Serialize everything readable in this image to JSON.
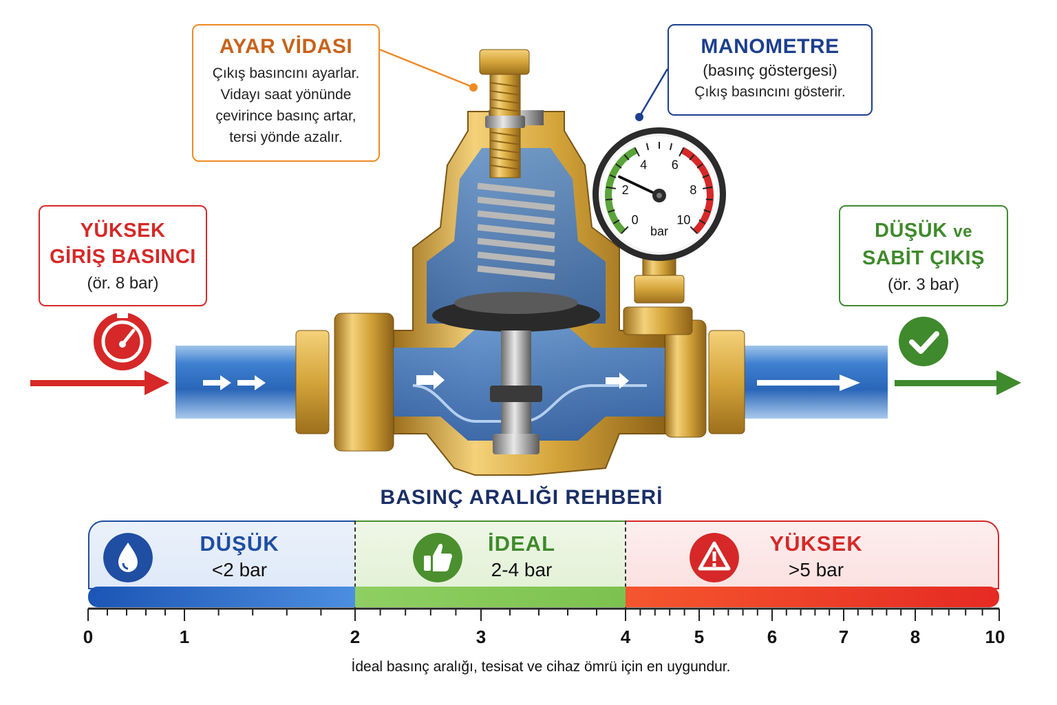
{
  "colors": {
    "inlet_red": "#d62828",
    "outlet_green": "#3f8a2c",
    "screw_orange": "#f08a24",
    "gauge_blue": "#1d3f8f",
    "brass": "#d4a43a",
    "water_blue": "#2f6fc0"
  },
  "callouts": {
    "screw": {
      "title": "AYAR VİDASI",
      "lines": [
        "Çıkış basıncını ayarlar.",
        "Vidayı saat yönünde",
        "çevirince basınç artar,",
        "tersi yönde azalır."
      ]
    },
    "gauge": {
      "title": "MANOMETRE",
      "lines": [
        "(basınç göstergesi)",
        "Çıkış basıncını gösterir."
      ]
    },
    "inlet": {
      "title_lines": [
        "YÜKSEK",
        "GİRİŞ BASINCI"
      ],
      "example": "(ör. 8 bar)",
      "icon": "speedometer-icon"
    },
    "outlet": {
      "title_word": "DÜŞÜK",
      "title_suffix": "ve",
      "title_line2": "SABİT ÇIKIŞ",
      "example": "(ör. 3 bar)",
      "icon": "checkmark-icon"
    }
  },
  "gauge": {
    "unit": "bar",
    "tick_labels": [
      "0",
      "2",
      "4",
      "6",
      "8",
      "10"
    ],
    "needle_value": 2.6,
    "min": 0,
    "max": 10,
    "green_range": [
      0,
      4
    ],
    "red_range": [
      6,
      10
    ]
  },
  "guide": {
    "title": "BASINÇ ARALIĞI REHBERİ",
    "zones": [
      {
        "name": "DÜŞÜK",
        "range": "<2 bar",
        "icon": "water-drop-icon",
        "color": "#1f4ea3",
        "from": 0,
        "to": 2
      },
      {
        "name": "İDEAL",
        "range": "2-4 bar",
        "icon": "thumbs-up-icon",
        "color": "#3f8a2c",
        "from": 2,
        "to": 4
      },
      {
        "name": "YÜKSEK",
        "range": ">5 bar",
        "icon": "warning-icon",
        "color": "#d62828",
        "from": 4,
        "to": 10
      }
    ],
    "axis_labels": [
      "0",
      "1",
      "2",
      "3",
      "4",
      "5",
      "6",
      "7",
      "8",
      "10"
    ],
    "footnote": "İdeal basınç aralığı, tesisat ve cihaz ömrü için en uygundur."
  }
}
